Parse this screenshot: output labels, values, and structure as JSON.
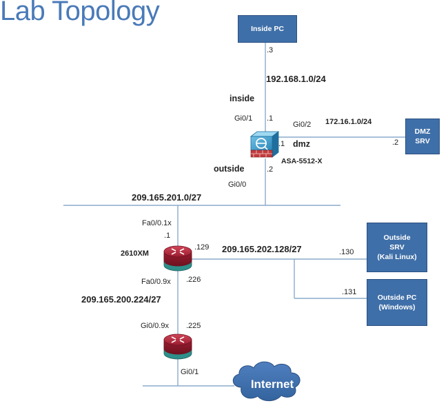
{
  "title": "Lab Topology",
  "devices": {
    "inside_pc": "Inside PC",
    "dmz_srv": [
      "DMZ",
      "SRV"
    ],
    "outside_srv": [
      "Outside",
      "SRV",
      "(Kali Linux)"
    ],
    "outside_pc": [
      "Outside PC",
      "(Windows)"
    ],
    "asa": "ASA-5512-X",
    "router_main": "2610XM",
    "internet": "Internet"
  },
  "networks": {
    "inside": "192.168.1.0/24",
    "dmz": "172.16.1.0/24",
    "outside": "209.165.201.0/27",
    "router_lan": "209.165.202.128/27",
    "router_wan": "209.165.200.224/27"
  },
  "zones": {
    "inside": "inside",
    "dmz": "dmz",
    "outside": "outside"
  },
  "interfaces": {
    "asa_inside": "Gi0/1",
    "asa_dmz": "Gi0/2",
    "asa_outside": "Gi0/0",
    "r1_upper": "Fa0/0.1x",
    "r1_lower": "Fa0/0.9x",
    "r2_upper": "Gi0/0.9x",
    "r2_lower": "Gi0/1"
  },
  "hosts": {
    "inside_pc": ".3",
    "asa_inside": ".1",
    "asa_dmz": ".1",
    "dmz_srv": ".2",
    "asa_outside": ".2",
    "r1_outside": ".1",
    "r1_lan": ".129",
    "r1_wan": ".226",
    "outside_srv": ".130",
    "outside_pc": ".131",
    "r2_wan": ".225"
  },
  "colors": {
    "title": "#4a7ab8",
    "device_box": "#3f6fa8",
    "links": "#8aaacb",
    "router_body": "#b0243a",
    "router_base": "#2f8f8a",
    "cloud": "#3f6fa8"
  }
}
